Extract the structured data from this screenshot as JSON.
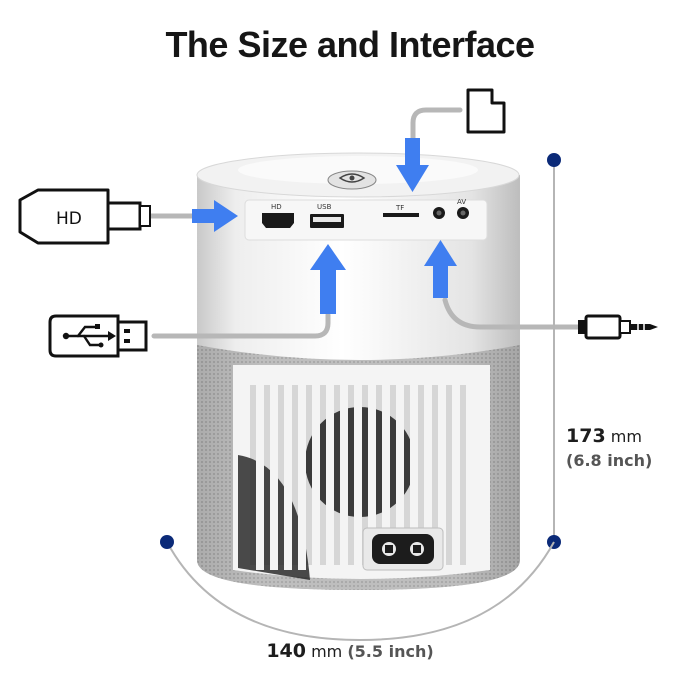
{
  "title": "The Size and Interface",
  "ports": {
    "hd_connector_label": "HD",
    "hd_port_label": "HD",
    "usb_port_label": "USB",
    "tf_port_label": "TF",
    "av_port_label": "AV"
  },
  "dimensions": {
    "height_value": "173",
    "height_unit": "mm",
    "height_inch": "(6.8 inch)",
    "width_value": "140",
    "width_unit": "mm",
    "width_inch": "(5.5 inch)"
  },
  "colors": {
    "arrow": "#3f7ef0",
    "dimension_dot": "#0b2a78",
    "line": "#b7b7b7"
  }
}
